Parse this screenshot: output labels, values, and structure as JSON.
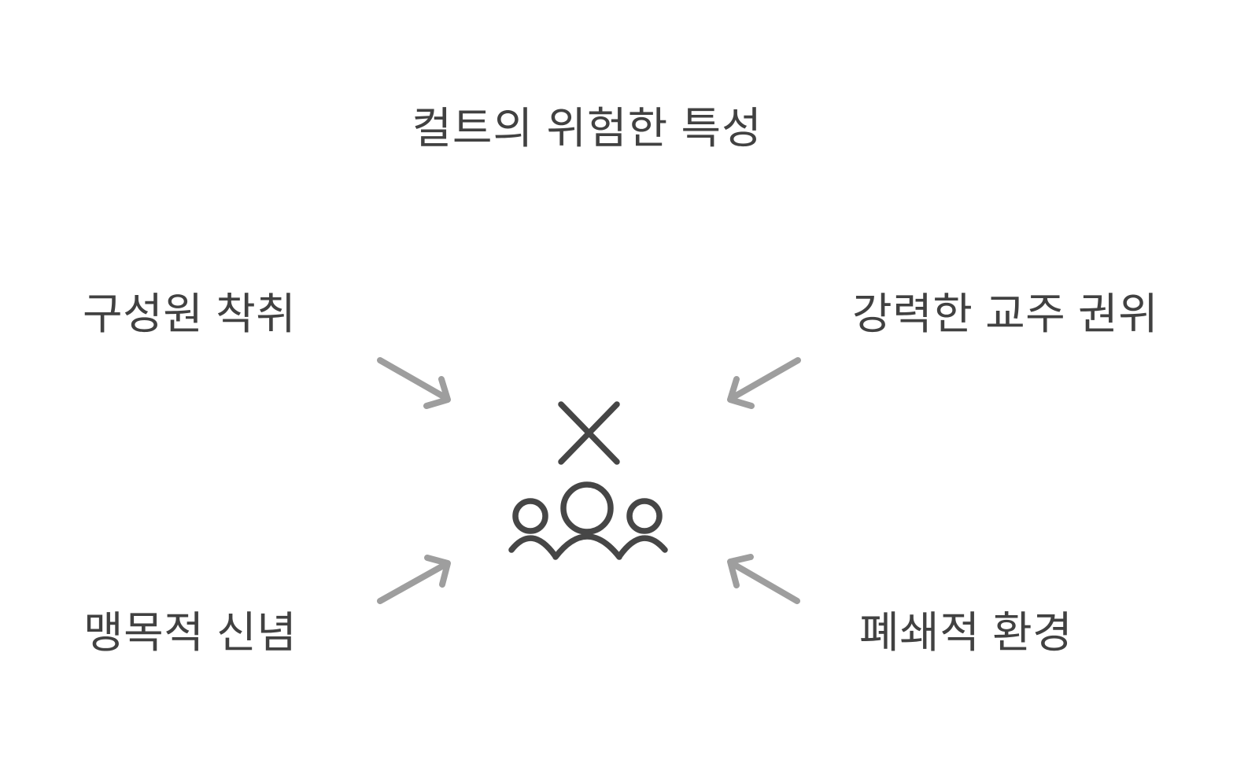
{
  "diagram": {
    "title": "컬트의 위험한 특성",
    "items": [
      {
        "label": "구성원 착취",
        "position": "top-left"
      },
      {
        "label": "강력한 교주 권위",
        "position": "top-right"
      },
      {
        "label": "맹목적 신념",
        "position": "bottom-left"
      },
      {
        "label": "폐쇄적 환경",
        "position": "bottom-right"
      }
    ],
    "center_icons": [
      "x-mark-icon",
      "people-group-icon"
    ],
    "arrows": [
      {
        "name": "arrow-top-left",
        "direction": "points-down-right-to-center"
      },
      {
        "name": "arrow-top-right",
        "direction": "points-down-left-to-center"
      },
      {
        "name": "arrow-bottom-left",
        "direction": "points-up-right-to-center"
      },
      {
        "name": "arrow-bottom-right",
        "direction": "points-up-left-to-center"
      }
    ],
    "colors": {
      "background": "#ffffff",
      "text": "#414141",
      "icon": "#464646",
      "arrow": "#9e9e9e"
    }
  }
}
